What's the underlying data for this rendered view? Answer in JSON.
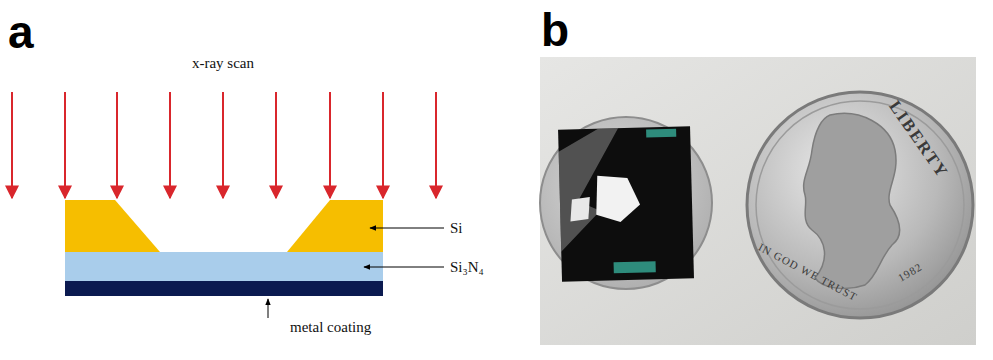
{
  "diagram": {
    "labels": [
      "a",
      "x-ray scan",
      "Si",
      "Si₃N₄",
      "metal coating",
      "b",
      "LIBERTY",
      "IN GOD WE TRUST",
      "1982"
    ]
  }
}
